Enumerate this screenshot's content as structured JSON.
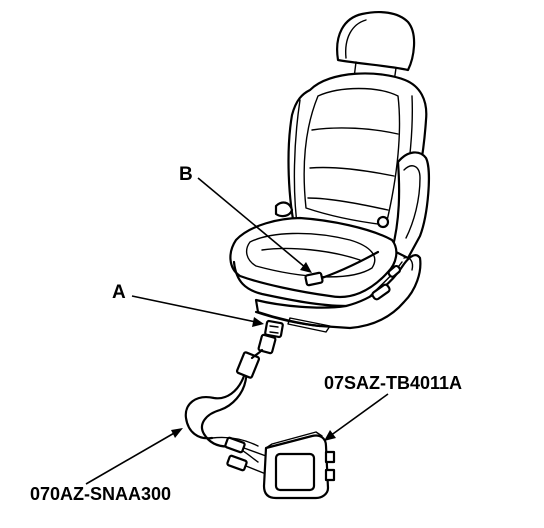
{
  "labels": {
    "b": "B",
    "a": "A",
    "tester": "07SAZ-TB4011A",
    "harness": "070AZ-SNAA300"
  },
  "colors": {
    "ink": "#000000",
    "paper": "#ffffff"
  }
}
